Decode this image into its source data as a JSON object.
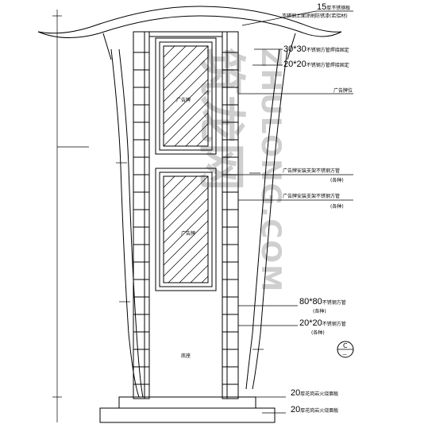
{
  "annotations": [
    {
      "num": "15",
      "text": "厚不锈钢板"
    },
    {
      "num": "",
      "text": "不锈钢上面涂刷防锈漆(若铝材)"
    },
    {
      "num": "30*30",
      "text": "不锈钢方管焊接固定"
    },
    {
      "num": "20*20",
      "text": "不锈钢方管焊接固定"
    },
    {
      "num": "",
      "text": "广告牌位"
    },
    {
      "num": "",
      "text": "广告牌安装支架不锈钢方管"
    },
    {
      "num": "",
      "text": "(各种)"
    },
    {
      "num": "",
      "text": "广告牌安装支架不锈钢方管"
    },
    {
      "num": "",
      "text": "(各种)"
    },
    {
      "num": "80*80",
      "text": "不锈钢方管"
    },
    {
      "num": "",
      "text": "(各种)"
    },
    {
      "num": "20*20",
      "text": "不锈钢方管"
    },
    {
      "num": "",
      "text": "(各种)"
    },
    {
      "num": "20",
      "text": "厚花岗岩火烧面板"
    },
    {
      "num": "20",
      "text": "厚花岗岩火烧面板"
    }
  ],
  "panel_labels": {
    "upper": "广告牌",
    "lower": "广告牌",
    "base": "底座"
  },
  "section_marker": {
    "letter": "C",
    "sheet": "—"
  },
  "watermark": {
    "cn": "筑龙网",
    "en": "ZHULONG.COM"
  }
}
